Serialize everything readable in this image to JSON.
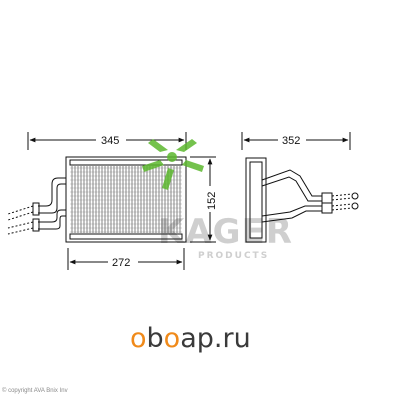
{
  "dimensions": {
    "width_top": "345",
    "height_side": "152",
    "width_bottom": "272",
    "depth_top": "352"
  },
  "watermark": {
    "brand": "KAGER",
    "brand_sub": "PRODUCTS",
    "site": "oboap.ru",
    "copyright": "© copyright AVA Bnix Inv"
  },
  "colors": {
    "logo_green": "#5cb82e",
    "site_orange": "#f08a1a",
    "line": "#111111"
  }
}
